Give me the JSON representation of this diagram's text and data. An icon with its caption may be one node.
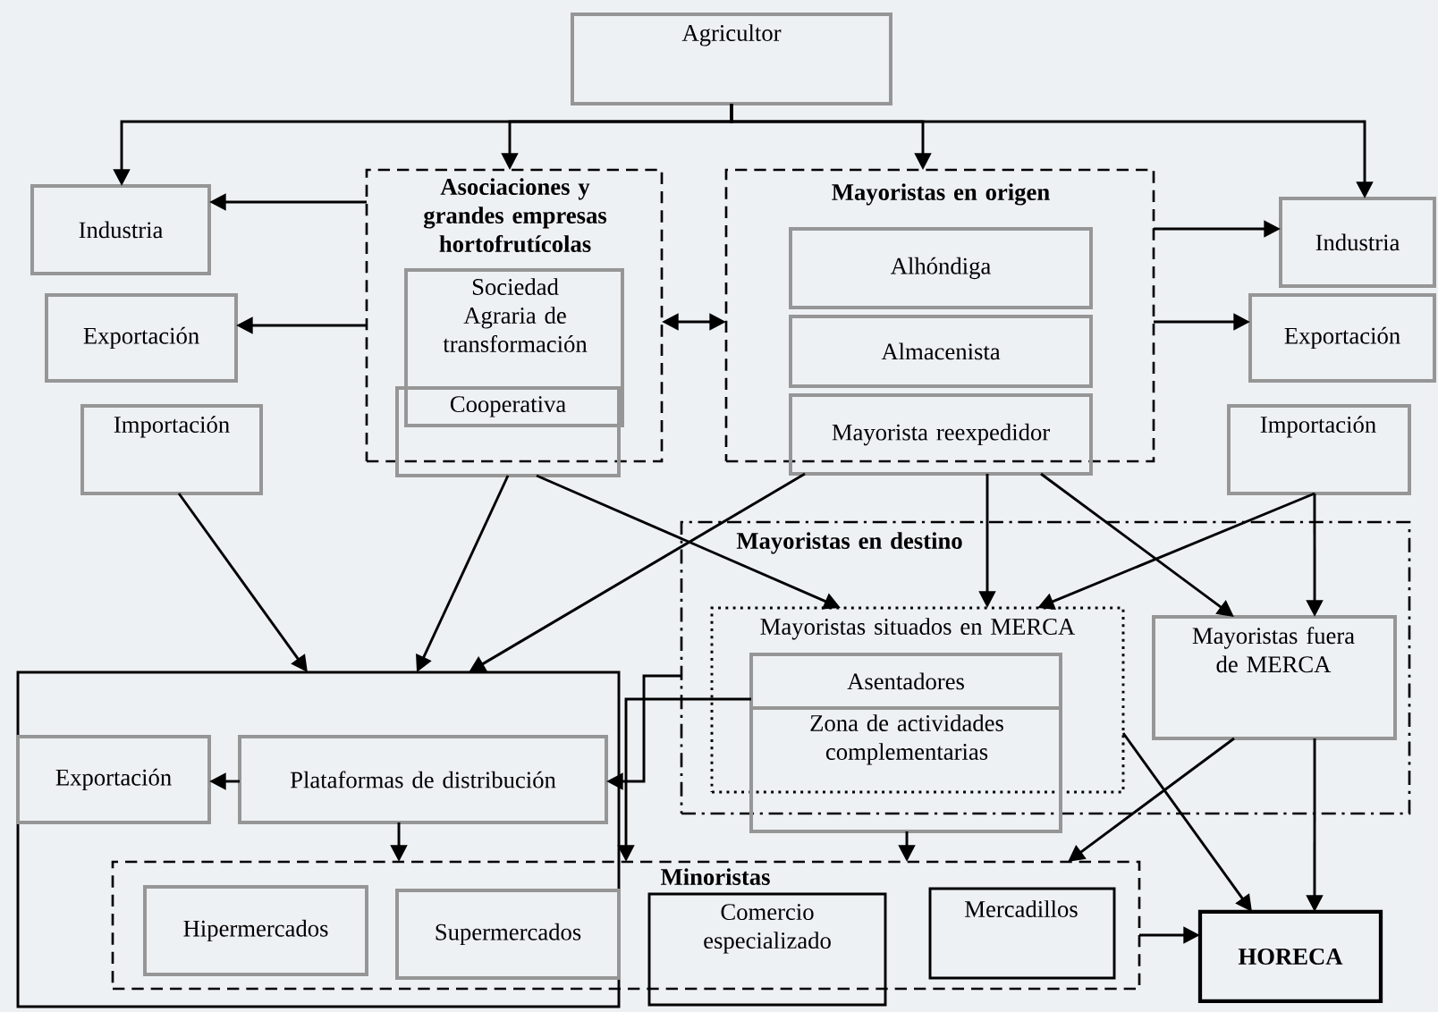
{
  "diagram": {
    "nodes": [
      {
        "text": [
          "Agricultor"
        ]
      },
      {
        "text": [
          "Asociaciones y grandes empresas hortofrutícolas"
        ]
      },
      {
        "text": [
          "Sociedad Agraria de transformación"
        ],
        "in": 1
      },
      {
        "text": [
          "Cooperativa"
        ]
      },
      {
        "text": [
          "Mayoristas en origen"
        ]
      },
      {
        "text": [
          "Alhóndiga"
        ],
        "in": 4
      },
      {
        "text": [
          "Almacenista"
        ],
        "in": 4
      },
      {
        "text": [
          "Mayorista reexpedidor"
        ]
      },
      {
        "text": [
          "Industria"
        ]
      },
      {
        "text": [
          "Exportación"
        ]
      },
      {
        "text": [
          "Importación"
        ]
      },
      {
        "text": [
          "Industria"
        ]
      },
      {
        "text": [
          "Exportación"
        ]
      },
      {
        "text": [
          "Importación"
        ]
      },
      {
        "text": [
          "Mayoristas en destino"
        ]
      },
      {
        "text": [
          "Mayoristas situados en MERCA"
        ],
        "in": 14
      },
      {
        "text": [
          "Asentadores"
        ],
        "in": 15
      },
      {
        "text": [
          "Zona de actividades complementarias"
        ]
      },
      {
        "text": [
          "Mayoristas fuera de MERCA"
        ],
        "in": 14
      },
      {
        "text": [],
        "shape": "box"
      },
      {
        "text": [
          "Exportación"
        ],
        "in": 19
      },
      {
        "text": [
          "Plataformas de distribución"
        ],
        "in": 19
      },
      {
        "text": [
          "Minoristas"
        ]
      },
      {
        "text": [
          "Hipermercados"
        ]
      },
      {
        "text": [
          "Supermercados"
        ]
      },
      {
        "text": [
          "Comercio especializado"
        ]
      },
      {
        "text": [
          "Mercadillos"
        ],
        "in": 22
      },
      {
        "text": [
          "HORECA"
        ]
      }
    ],
    "edges": [
      {
        "from": 0,
        "to": 8,
        "arrow": "to"
      },
      {
        "from": 0,
        "to": 1,
        "arrow": "to"
      },
      {
        "from": 0,
        "to": 4,
        "arrow": "to"
      },
      {
        "from": 0,
        "to": 11,
        "arrow": "to"
      },
      {
        "from": 1,
        "to": 8,
        "arrow": "to"
      },
      {
        "from": 1,
        "to": 9,
        "arrow": "to"
      },
      {
        "from": 1,
        "to": 4,
        "arrow": "both"
      },
      {
        "from": 4,
        "to": 11,
        "arrow": "to"
      },
      {
        "from": 4,
        "to": 12,
        "arrow": "to"
      },
      {
        "from": 10,
        "to": 19,
        "arrow": "to"
      },
      {
        "from": 3,
        "to": 19,
        "arrow": "to"
      },
      {
        "from": 7,
        "to": 19,
        "arrow": "to"
      },
      {
        "from": 3,
        "to": 15,
        "arrow": "to"
      },
      {
        "from": 7,
        "to": 15,
        "arrow": "to"
      },
      {
        "from": 7,
        "to": 18,
        "arrow": "to"
      },
      {
        "from": 13,
        "to": 15,
        "arrow": "to"
      },
      {
        "from": 13,
        "to": 18,
        "arrow": "to"
      },
      {
        "from": 14,
        "to": 21,
        "arrow": "to"
      },
      {
        "from": 16,
        "to": 22,
        "arrow": "to"
      },
      {
        "from": 21,
        "to": 20,
        "arrow": "to"
      },
      {
        "from": 21,
        "to": 22,
        "arrow": "to"
      },
      {
        "from": 17,
        "to": 22,
        "arrow": "to"
      },
      {
        "from": 15,
        "to": 27,
        "arrow": "to"
      },
      {
        "from": 18,
        "to": 22,
        "arrow": "to"
      },
      {
        "from": 18,
        "to": 27,
        "arrow": "to"
      },
      {
        "from": 22,
        "to": 27,
        "arrow": "to"
      }
    ]
  }
}
